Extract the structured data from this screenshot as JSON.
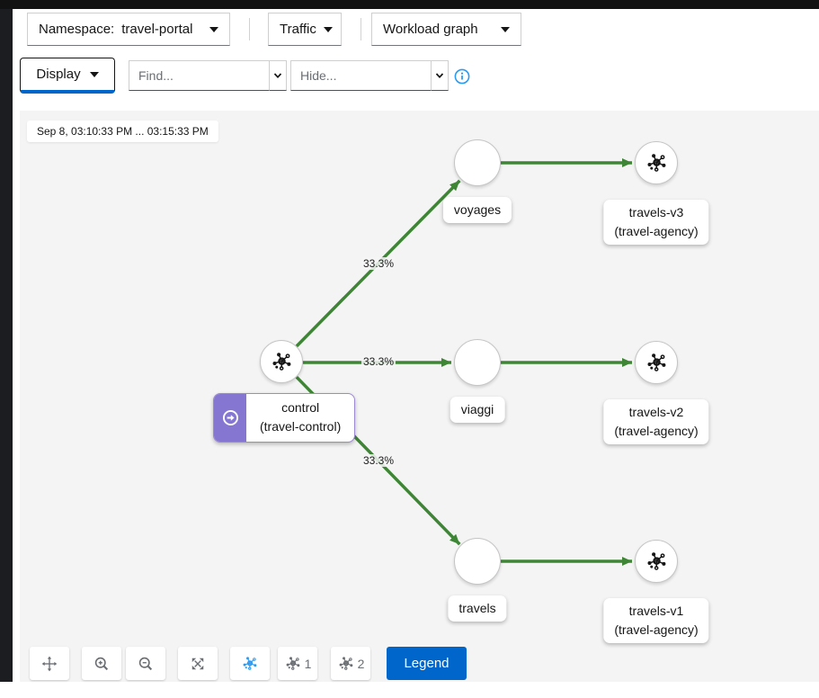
{
  "toolbar": {
    "namespace": {
      "label": "Namespace:",
      "value": "travel-portal"
    },
    "traffic_label": "Traffic",
    "graph_type": "Workload graph",
    "display_label": "Display",
    "find_placeholder": "Find...",
    "hide_placeholder": "Hide..."
  },
  "graph": {
    "time_range": "Sep 8, 03:10:33 PM ... 03:15:33 PM",
    "nodes": {
      "control": {
        "name": "control",
        "namespace": "(travel-control)"
      },
      "voyages": {
        "name": "voyages"
      },
      "viaggi": {
        "name": "viaggi"
      },
      "travels": {
        "name": "travels"
      },
      "travels_v3": {
        "name": "travels-v3",
        "namespace": "(travel-agency)"
      },
      "travels_v2": {
        "name": "travels-v2",
        "namespace": "(travel-agency)"
      },
      "travels_v1": {
        "name": "travels-v1",
        "namespace": "(travel-agency)"
      }
    },
    "edges": [
      {
        "from": "control",
        "to": "voyages",
        "label": "33.3%"
      },
      {
        "from": "control",
        "to": "viaggi",
        "label": "33.3%"
      },
      {
        "from": "control",
        "to": "travels",
        "label": "33.3%"
      },
      {
        "from": "voyages",
        "to": "travels-v3",
        "label": ""
      },
      {
        "from": "viaggi",
        "to": "travels-v2",
        "label": ""
      },
      {
        "from": "travels",
        "to": "travels-v1",
        "label": ""
      }
    ]
  },
  "footer": {
    "legend_label": "Legend",
    "layout1_suffix": "1",
    "layout2_suffix": "2"
  },
  "colors": {
    "edge_green": "#3e8635",
    "root_badge_purple": "#8476d1",
    "primary_blue": "#0066cc",
    "info_blue": "#2b9af3",
    "graph_background": "#f4f4f4"
  },
  "icons": {
    "dropdown_caret": "caret-down",
    "combo_chevron": "chevron-down",
    "info": "info-circle",
    "pan": "move-arrows",
    "zoom_in": "magnifier-plus",
    "zoom_out": "magnifier-minus",
    "fit": "expand-arrows",
    "layout": "mesh-topology",
    "workload_node": "mesh-topology",
    "root_badge": "arrow-circle-right"
  }
}
